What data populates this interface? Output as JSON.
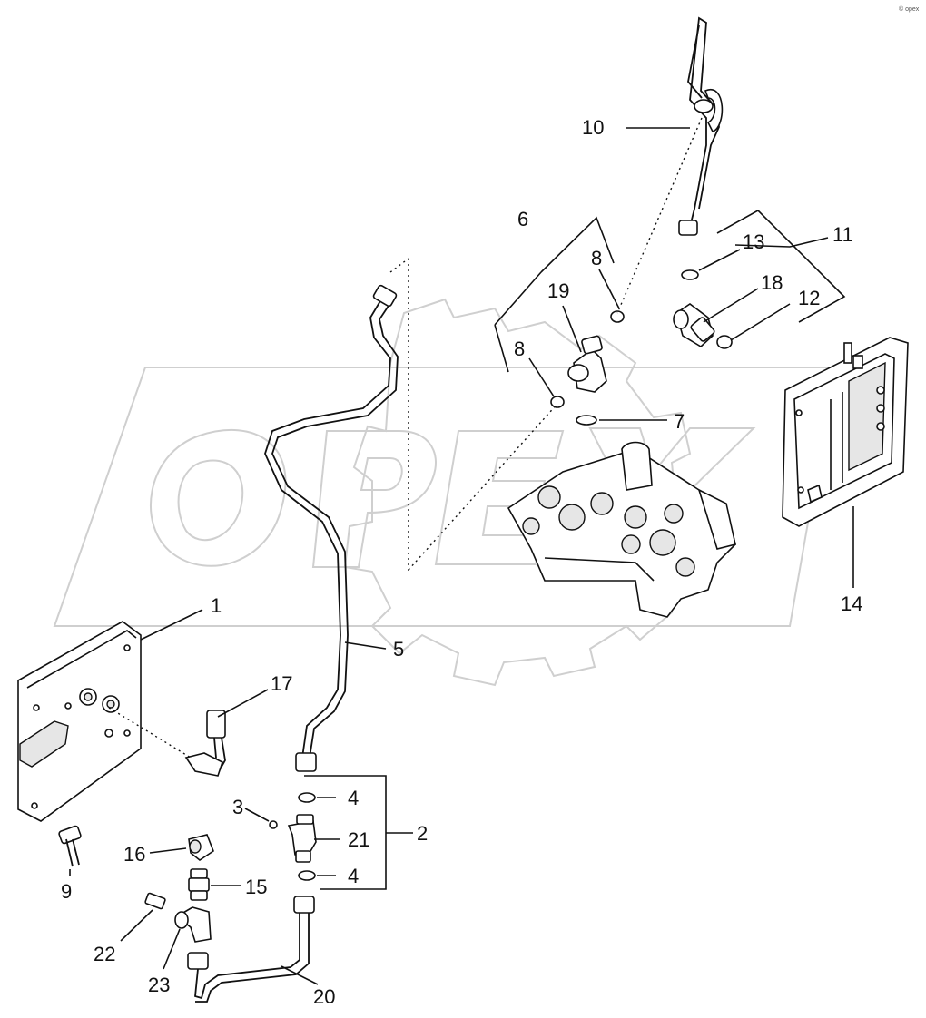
{
  "watermark": {
    "brand": "OPEX",
    "corner_mark": "© opex"
  },
  "callouts": [
    "1",
    "2",
    "3",
    "4",
    "4",
    "5",
    "6",
    "7",
    "8",
    "8",
    "9",
    "10",
    "11",
    "12",
    "13",
    "14",
    "15",
    "16",
    "17",
    "18",
    "19",
    "20",
    "21",
    "22",
    "23"
  ],
  "colors": {
    "line": "#111111",
    "watermark": "#cfcfcf",
    "background": "#ffffff"
  }
}
